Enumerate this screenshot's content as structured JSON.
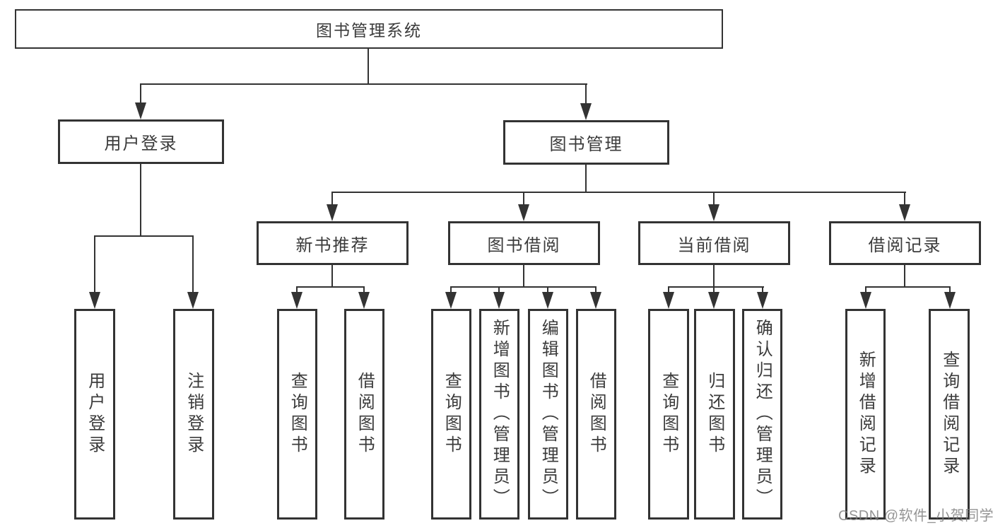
{
  "diagram": {
    "root": "图书管理系统",
    "level2": {
      "user_login": "用户登录",
      "book_management": "图书管理"
    },
    "level3": {
      "new_book_recommend": "新书推荐",
      "book_borrow": "图书借阅",
      "current_borrow": "当前借阅",
      "borrow_records": "借阅记录"
    },
    "leaves": {
      "user_login": "用户登录",
      "logout": "注销登录",
      "query_books_recommend": "查询图书",
      "borrow_books_recommend": "借阅图书",
      "query_books_borrow": "查询图书",
      "add_book_admin": "新增图书（管理员）",
      "edit_book_admin": "编辑图书（管理员）",
      "borrow_books_borrow": "借阅图书",
      "query_books_current": "查询图书",
      "return_book": "归还图书",
      "confirm_return_admin": "确认归还（管理员）",
      "add_borrow_record": "新增借阅记录",
      "query_borrow_record": "查询借阅记录"
    },
    "colors": {
      "line": "#333333",
      "text": "#3b3b3b",
      "box_background": "#ffffff",
      "watermark": "#7d7d7d"
    }
  },
  "watermark": "CSDN @软件_小贺同学"
}
